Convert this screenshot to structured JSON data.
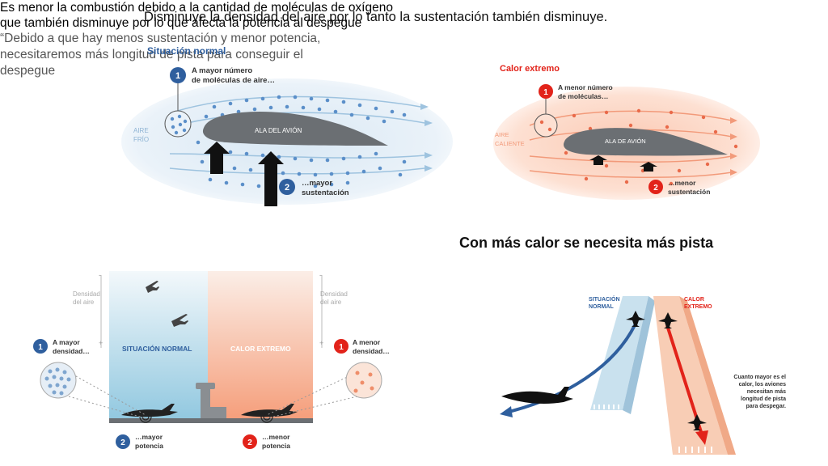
{
  "title": "Disminuye la densidad del aire por lo tanto la sustentación también disminuye.",
  "paragraph_left": "Es menor la combustión debido a la cantidad de moléculas de oxígeno que también disminuye  por lo que afecta la potencia al despegue",
  "heading_right": "Con más calor se necesita más pista",
  "quote_right": "“Debido a que hay menos sustentación y menor potencia, necesitaremos más longitud de pista para conseguir el despegue",
  "colors": {
    "blue": "#2f5f9e",
    "red": "#e2231a",
    "wing": "#6b6f73"
  },
  "wing_normal": {
    "heading": "Situación normal",
    "badge1": "1",
    "label1_l1": "A mayor número",
    "label1_l2": "de moléculas de aire…",
    "air_l1": "AIRE",
    "air_l2": "FRÍO",
    "wing_label": "ALA DEL AVIÓN",
    "badge2": "2",
    "label2_l1": "…mayor",
    "label2_l2": "sustentación"
  },
  "wing_hot": {
    "heading": "Calor extremo",
    "badge1": "1",
    "label1_l1": "A menor número",
    "label1_l2": "de moléculas…",
    "air_l1": "AIRE",
    "air_l2": "CALIENTE",
    "wing_label": "ALA DE AVIÓN",
    "badge2": "2",
    "label2_l1": "…menor",
    "label2_l2": "sustentación"
  },
  "power_diagram": {
    "density_left_l1": "Densidad",
    "density_left_l2": "del aire",
    "density_right_l1": "Densidad",
    "density_right_l2": "del aire",
    "minus": "-",
    "plus": "+",
    "normal_label": "SITUACIÓN NORMAL",
    "hot_label": "CALOR EXTREMO",
    "badge1_left": "1",
    "left1_l1": "A mayor",
    "left1_l2": "densidad…",
    "badge1_right": "1",
    "right1_l1": "A menor",
    "right1_l2": "densidad…",
    "badge2_left": "2",
    "left2_l1": "…mayor",
    "left2_l2": "potencia",
    "badge2_right": "2",
    "right2_l1": "…menor",
    "right2_l2": "potencia"
  },
  "runway_diagram": {
    "normal_l1": "SITUACIÓN",
    "normal_l2": "NORMAL",
    "hot_l1": "CALOR",
    "hot_l2": "EXTREMO",
    "note_l1": "Cuanto mayor es el",
    "note_l2": "calor, los aviones",
    "note_l3": "necesitan más",
    "note_l4": "longitud de pista",
    "note_l5": "para despegar."
  }
}
